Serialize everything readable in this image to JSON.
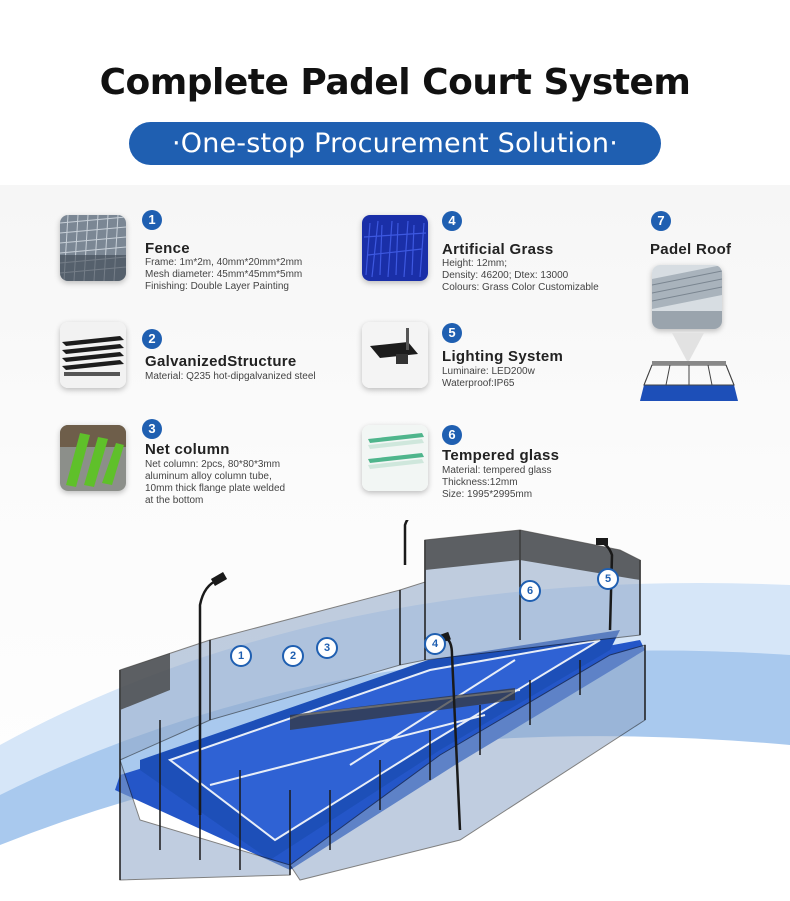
{
  "header": {
    "title": "Complete Padel Court System",
    "subtitle": "·One-stop Procurement Solution·"
  },
  "features": [
    {
      "num": "1",
      "title": "Fence",
      "lines": [
        "Frame: 1m*2m, 40mm*20mm*2mm",
        "Mesh diameter: 45mm*45mm*5mm",
        "Finishing: Double Layer Painting"
      ]
    },
    {
      "num": "2",
      "title": "GalvanizedStructure",
      "lines": [
        "Material: Q235 hot-dipgalvanized steel"
      ]
    },
    {
      "num": "3",
      "title": "Net column",
      "lines": [
        "Net column: 2pcs, 80*80*3mm",
        "aluminum alloy column tube,",
        "10mm thick flange plate welded",
        "at the bottom"
      ]
    },
    {
      "num": "4",
      "title": "Artificial Grass",
      "lines": [
        "Height: 12mm;",
        "Density: 46200; Dtex: 13000",
        "Colours: Grass Color Customizable"
      ]
    },
    {
      "num": "5",
      "title": "Lighting System",
      "lines": [
        "Luminaire: LED200w",
        "Waterproof:IP65"
      ]
    },
    {
      "num": "6",
      "title": "Tempered glass",
      "lines": [
        "Material: tempered glass",
        "Thickness:12mm",
        "Size: 1995*2995mm"
      ]
    },
    {
      "num": "7",
      "title": "Padel Roof",
      "lines": []
    }
  ],
  "court_labels": [
    "1",
    "2",
    "3",
    "4",
    "5",
    "6"
  ],
  "colors": {
    "accent": "#1f5fb1",
    "court": "#1d4fb8",
    "court_light": "#2f6fd6"
  }
}
